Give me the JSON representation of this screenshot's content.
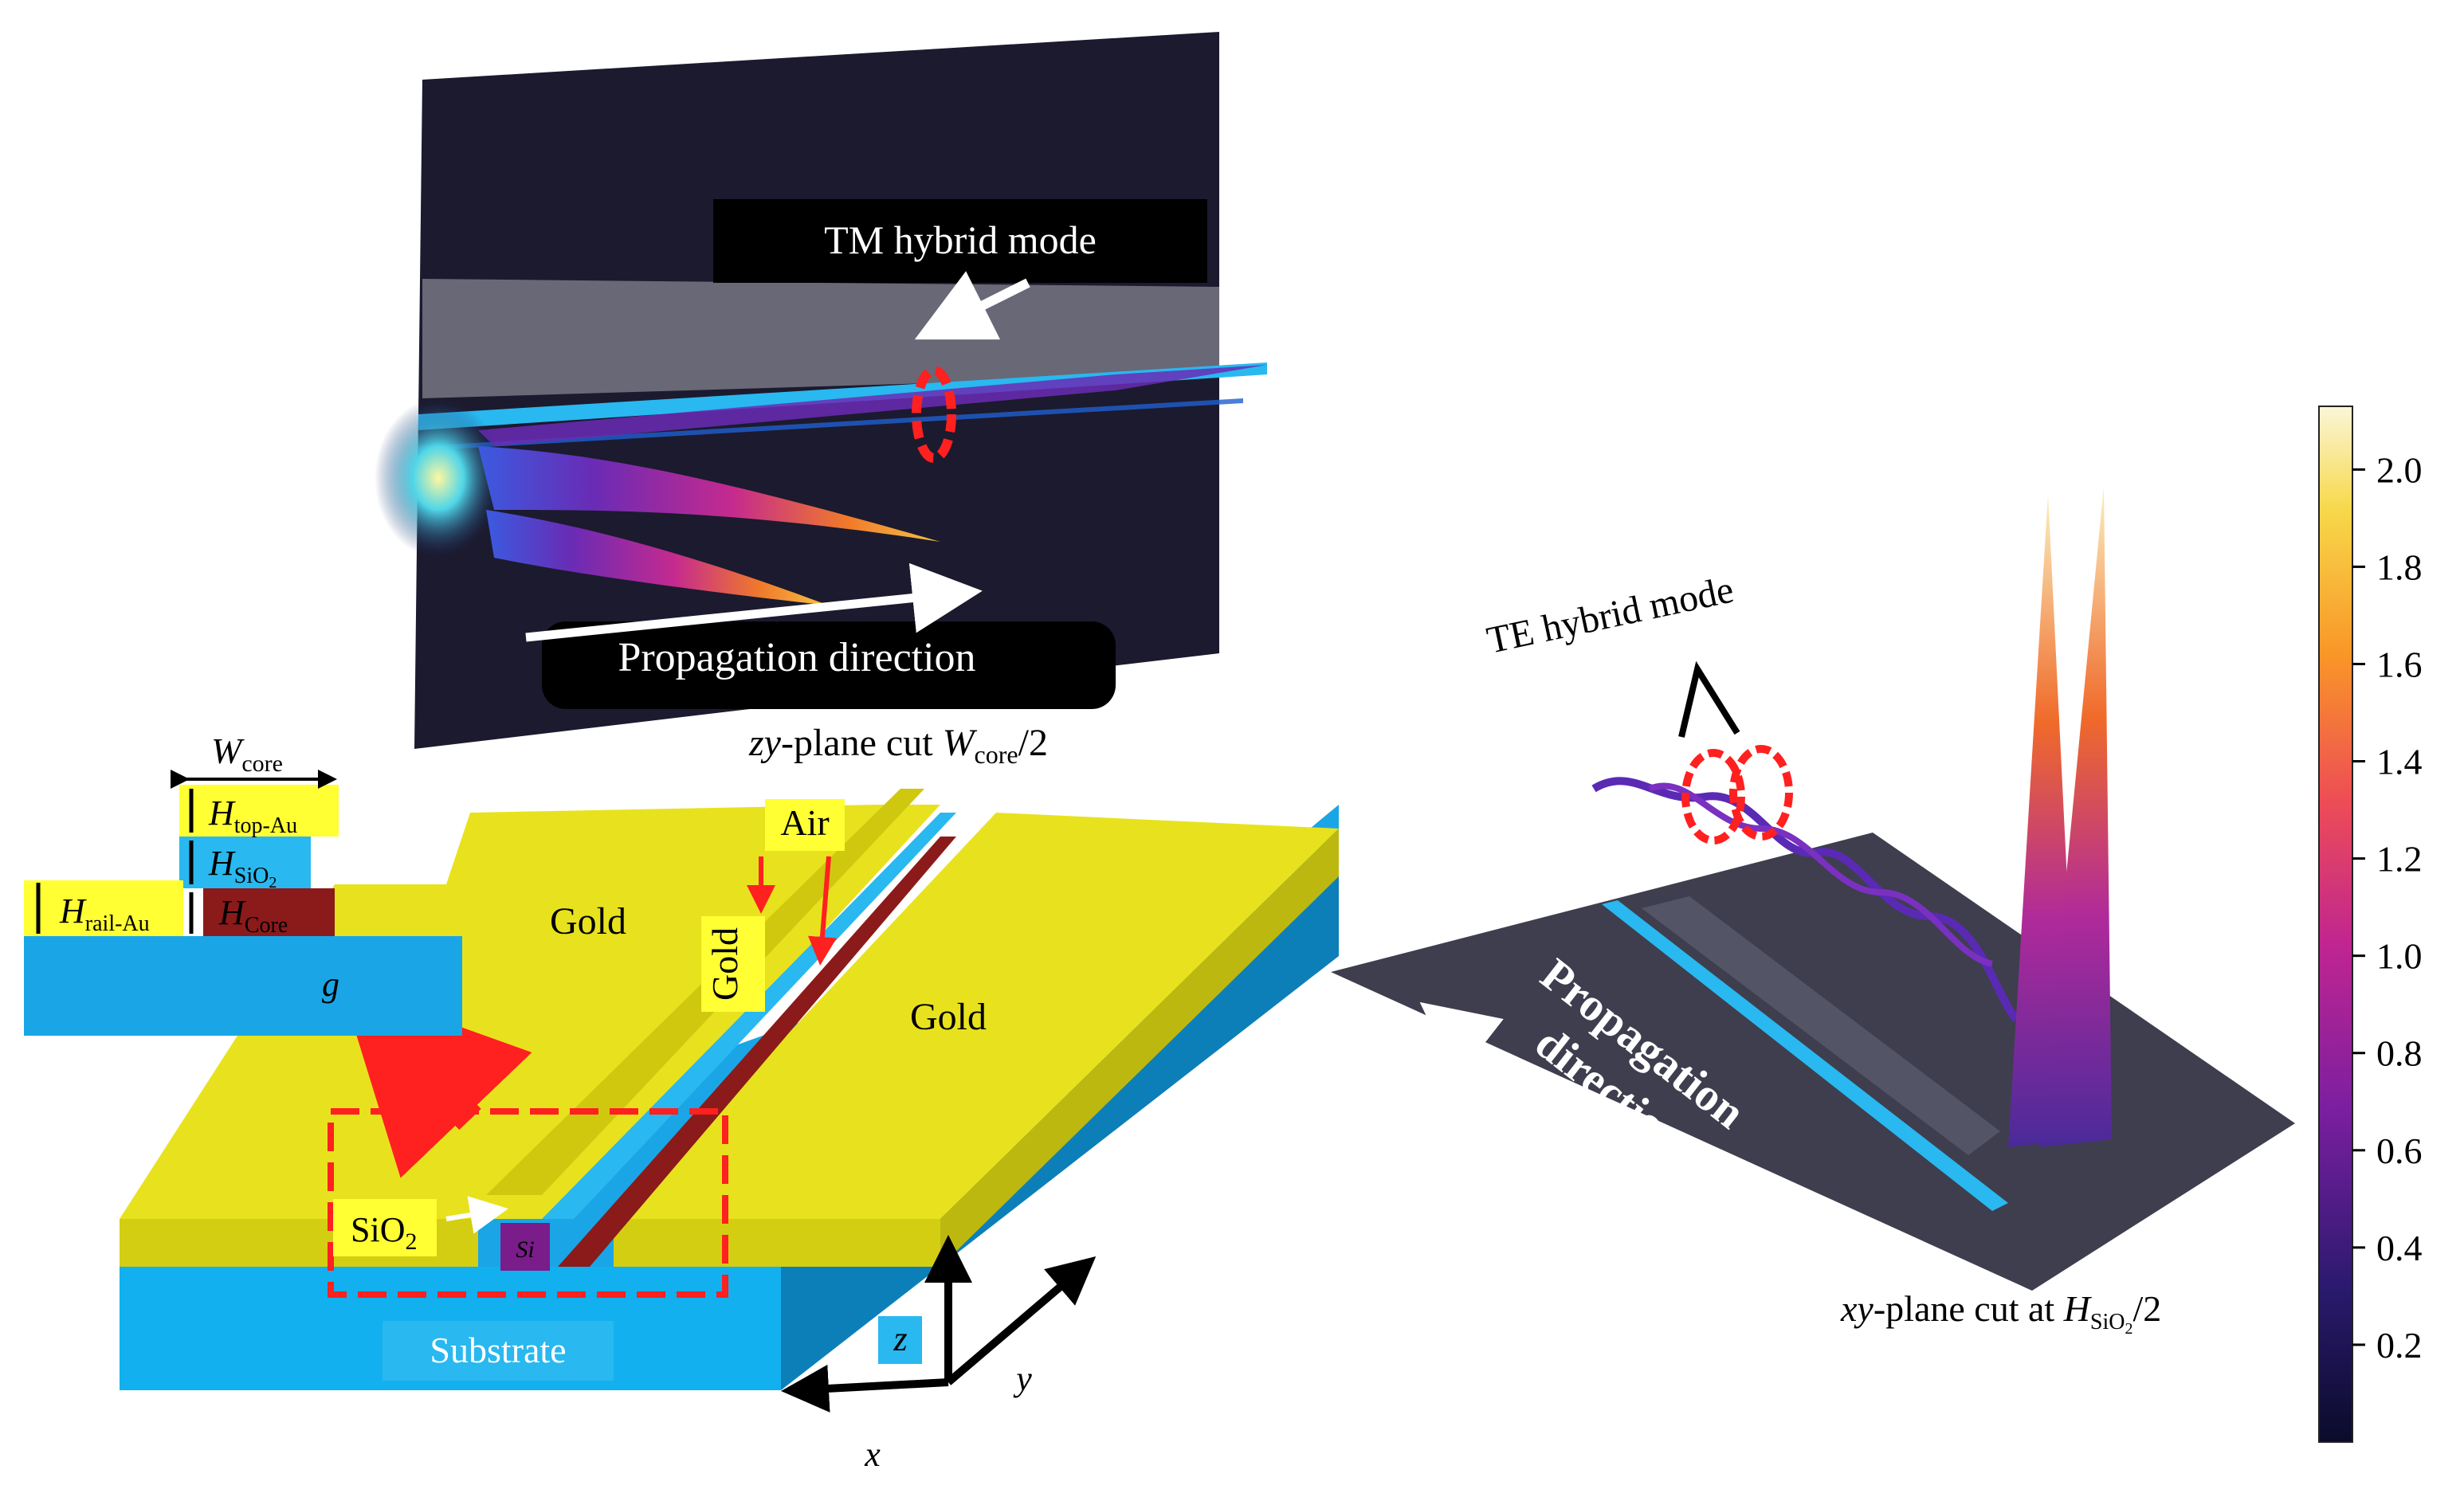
{
  "labels": {
    "tm_mode": "TM hybrid mode",
    "prop_dir_top": "Propagation direction",
    "zy_cut": {
      "italic": "zy",
      "mid": "-plane cut ",
      "w": "W",
      "sub": "core",
      "tail": "/2"
    },
    "te_mode": "TE hybrid mode",
    "prop_dir_right_1": "Propagation",
    "prop_dir_right_2": "direction",
    "xy_cut": {
      "italic": "xy",
      "mid": "-plane cut at ",
      "h": "H",
      "sub": "SiO",
      "sub2": "2",
      "tail": "/2"
    },
    "gold_left": "Gold",
    "gold_right": "Gold",
    "gold_rail": "Gold",
    "air": "Air",
    "sio2_main": "SiO",
    "sio2_sub": "2",
    "si": "Si",
    "substrate": "Substrate",
    "inset_w": "W",
    "inset_w_sub": "core",
    "inset_htop": "H",
    "inset_htop_sub": "top-Au",
    "inset_hsio2": "H",
    "inset_hsio2_sub": "SiO",
    "inset_hsio2_sub2": "2",
    "inset_hrail": "H",
    "inset_hrail_sub": "rail-Au",
    "inset_hcore": "H",
    "inset_hcore_sub": "Core",
    "inset_g": "g",
    "axis_x": "x",
    "axis_y": "y",
    "axis_z": "z"
  },
  "colorbar": {
    "ticks": [
      "2.0",
      "1.8",
      "1.6",
      "1.4",
      "1.2",
      "1.0",
      "0.8",
      "0.6",
      "0.4",
      "0.2"
    ],
    "tick_values": [
      2.0,
      1.8,
      1.6,
      1.4,
      1.2,
      1.0,
      0.8,
      0.6,
      0.4,
      0.2
    ],
    "min": 0.0,
    "max": 2.13
  },
  "colors": {
    "gold": "#e8e21e",
    "gold_side": "#bdb80f",
    "substrate": "#1aa6e6",
    "substrate_side": "#0d7fb8",
    "silica": "#29b8ef",
    "core": "#8b1a1a",
    "dark_surface": "#1c1a2e",
    "red_dash": "#ff2020",
    "highlight": "#ffff33"
  }
}
